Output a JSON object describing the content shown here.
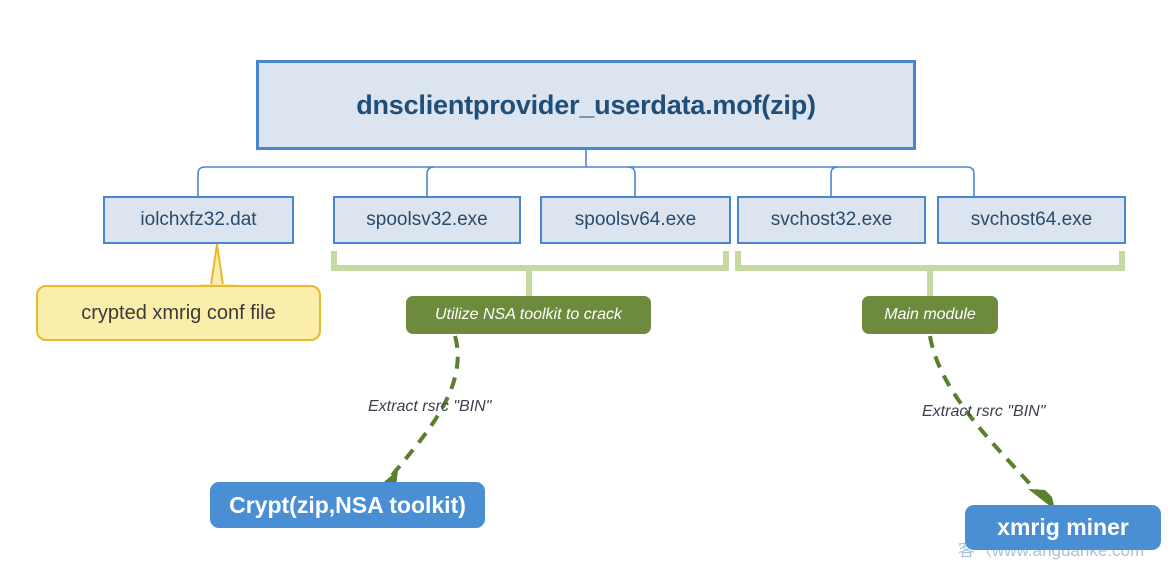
{
  "diagram": {
    "title_box": {
      "label": "dnsclientprovider_userdata.mof(zip)"
    },
    "files": [
      {
        "label": "iolchxfz32.dat"
      },
      {
        "label": "spoolsv32.exe"
      },
      {
        "label": "spoolsv64.exe"
      },
      {
        "label": "svchost32.exe"
      },
      {
        "label": "svchost64.exe"
      }
    ],
    "callout": {
      "label": "crypted xmrig conf file"
    },
    "green_labels": [
      {
        "label": "Utilize NSA toolkit to crack"
      },
      {
        "label": "Main module"
      }
    ],
    "annotations": [
      {
        "label": "Extract rsrc \"BIN\""
      },
      {
        "label": "Extract rsrc \"BIN\""
      }
    ],
    "results": [
      {
        "label": "Crypt(zip,NSA toolkit)"
      },
      {
        "label": "xmrig miner"
      }
    ],
    "watermark": {
      "label": "客（www.anguanke.com"
    },
    "colors": {
      "blue_border": "#4a86d0",
      "blue_fill": "#dce4ef",
      "blue_text": "#1f4e79",
      "result_blue": "#4a8ed4",
      "callout_fill": "#fbeeaa",
      "callout_border": "#e8b830",
      "green_dark": "#6e8b3d",
      "green_light": "#c5d9a0",
      "arrow_green": "#5a7f2e"
    }
  }
}
